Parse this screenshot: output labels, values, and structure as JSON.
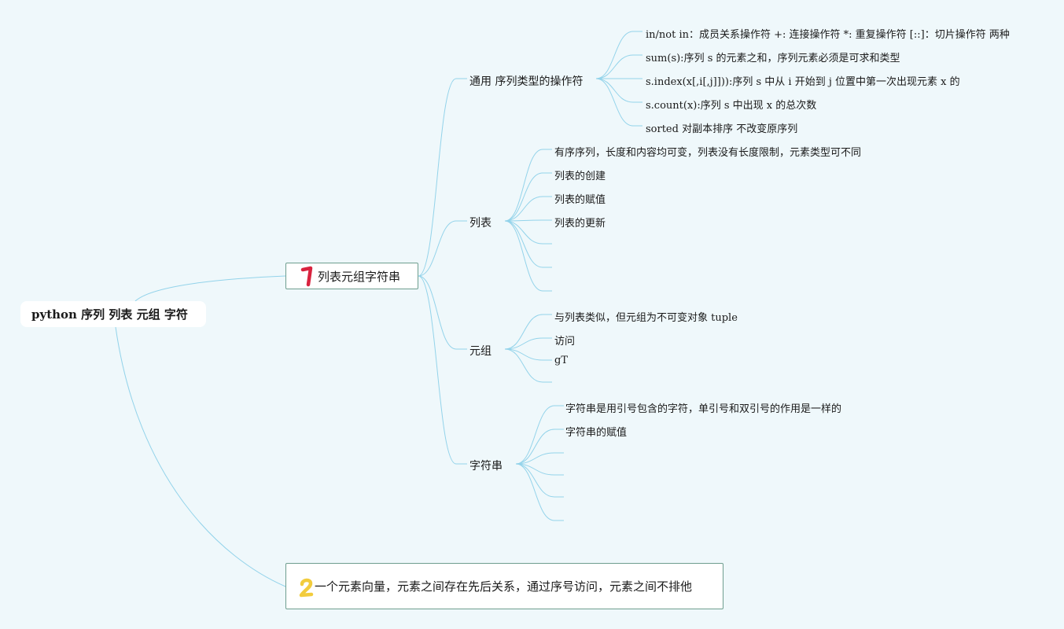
{
  "root": {
    "title": "python 序列 列表 元组 字符"
  },
  "topic1": {
    "marker": "1",
    "title": "列表元组字符串",
    "marker_color": "#d9233f",
    "branches": [
      {
        "title": "通用 序列类型的操作符",
        "leaves": [
          "in/not in：成员关系操作符 +: 连接操作符 *: 重复操作符 [::]：切片操作符 两种",
          "sum(s):序列 s 的元素之和，序列元素必须是可求和类型",
          "s.index(x[,i[,j]])):序列 s 中从 i 开始到 j 位置中第一次出现元素 x 的",
          "s.count(x):序列 s 中出现 x 的总次数",
          "sorted 对副本排序 不改变原序列"
        ]
      },
      {
        "title": "列表",
        "leaves": [
          "有序序列，长度和内容均可变，列表没有长度限制，元素类型可不同",
          "列表的创建",
          "列表的赋值",
          "列表的更新",
          "",
          "",
          ""
        ]
      },
      {
        "title": "元组",
        "leaves": [
          "与列表类似，但元组为不可变对象 tuple",
          "访问",
          "gT",
          ""
        ]
      },
      {
        "title": "字符串",
        "leaves": [
          "字符串是用引号包含的字符，单引号和双引号的作用是一样的",
          "字符串的赋值",
          "",
          "",
          "",
          ""
        ]
      }
    ]
  },
  "topic2": {
    "marker": "2",
    "marker_color": "#f2cc3d",
    "title": "一个元素向量，元素之间存在先后关系，通过序号访问，元素之间不排他"
  },
  "colors": {
    "link": "#93d3ea",
    "background": "#eff8fb"
  }
}
